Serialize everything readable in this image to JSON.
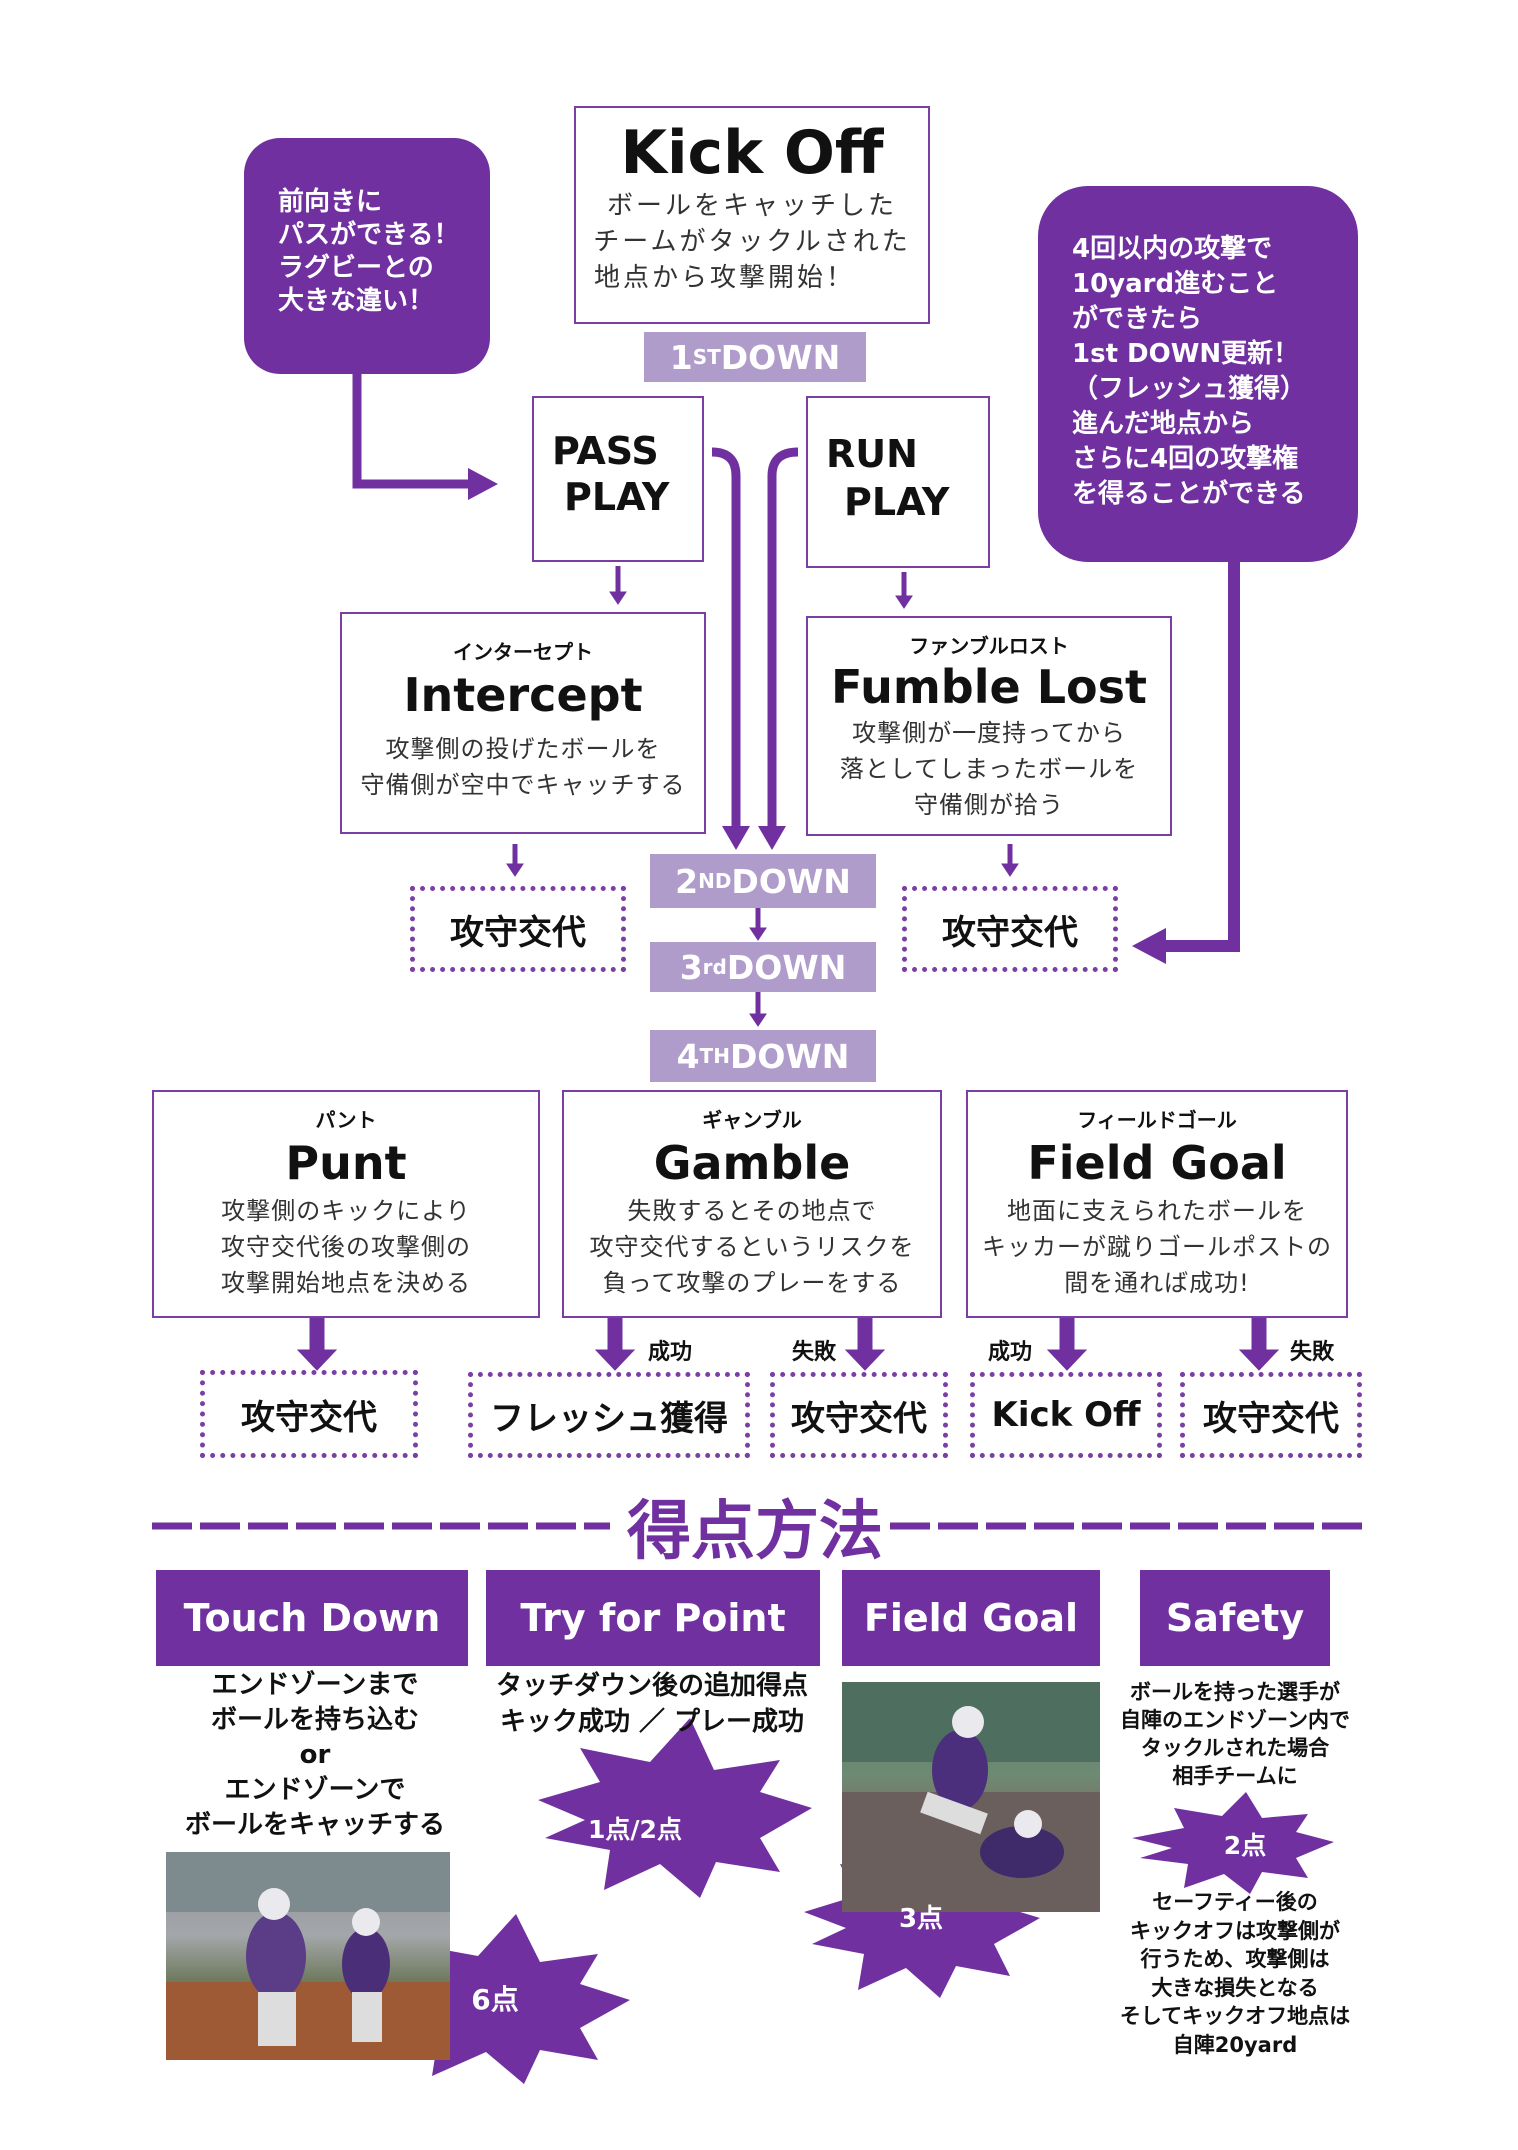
{
  "kickoff": {
    "title": "Kick Off",
    "desc": [
      "ボールをキャッチした",
      "チームがタックルされた",
      "地点から攻撃開始！"
    ]
  },
  "downs": {
    "d1": {
      "num": "1",
      "sup": "ST",
      "label": " DOWN"
    },
    "d2": {
      "num": "2",
      "sup": "ND",
      "label": " DOWN"
    },
    "d3": {
      "num": "3",
      "sup": "rd",
      "label": " DOWN"
    },
    "d4": {
      "num": "4",
      "sup": "TH",
      "label": " DOWN"
    }
  },
  "note_pass": [
    "前向きに",
    "パスができる！",
    "ラグビーとの",
    "大きな違い！"
  ],
  "note_right": [
    "4回以内の攻撃で",
    "10yard進むこと",
    "ができたら",
    "1st DOWN更新！",
    "（フレッシュ獲得）",
    "進んだ地点から",
    "さらに4回の攻撃権",
    "を得ることができる"
  ],
  "pass_play": [
    "PASS",
    "PLAY"
  ],
  "run_play": [
    "RUN",
    "PLAY"
  ],
  "intercept": {
    "ruby": "インターセプト",
    "title": "Intercept",
    "desc": [
      "攻撃側の投げたボールを",
      "守備側が空中でキャッチする"
    ]
  },
  "fumble": {
    "ruby": "ファンブルロスト",
    "title": "Fumble Lost",
    "desc": [
      "攻撃側が一度持ってから",
      "落としてしまったボールを",
      "守備側が拾う"
    ]
  },
  "turnover": "攻守交代",
  "punt": {
    "ruby": "パント",
    "title": "Punt",
    "desc": [
      "攻撃側のキックにより",
      "攻守交代後の攻撃側の",
      "攻撃開始地点を決める"
    ]
  },
  "gamble": {
    "ruby": "ギャンブル",
    "title": "Gamble",
    "desc": [
      "失敗するとその地点で",
      "攻守交代するというリスクを",
      "負って攻撃のプレーをする"
    ]
  },
  "fieldgoal": {
    "ruby": "フィールドゴール",
    "title": "Field Goal",
    "desc": [
      "地面に支えられたボールを",
      "キッカーが蹴りゴールポストの",
      "間を通れば成功!"
    ]
  },
  "success": "成功",
  "fail": "失敗",
  "fresh": "フレッシュ獲得",
  "kickoff_result": "Kick Off",
  "scoring_title": "得点方法",
  "scores": {
    "td": {
      "title": "Touch Down",
      "desc": [
        "エンドゾーンまで",
        "ボールを持ち込む",
        "or",
        "エンドゾーンで",
        "ボールをキャッチする"
      ],
      "points": "6点"
    },
    "tfp": {
      "title": "Try for Point",
      "desc": [
        "タッチダウン後の追加得点",
        "キック成功 ／ プレー成功"
      ],
      "points": "1点/2点"
    },
    "fg": {
      "title": "Field Goal",
      "points": "3点"
    },
    "safety": {
      "title": "Safety",
      "desc": [
        "ボールを持った選手が",
        "自陣のエンドゾーン内で",
        "タックルされた場合",
        "相手チームに"
      ],
      "points": "2点",
      "desc2": [
        "セーフティー後の",
        "キックオフは攻撃側が",
        "行うため、攻撃側は",
        "大きな損失となる",
        "そしてキックオフ地点は",
        "自陣20yard"
      ]
    }
  },
  "colors": {
    "purple": "#7030a0",
    "light_purple": "#b09ccb"
  }
}
